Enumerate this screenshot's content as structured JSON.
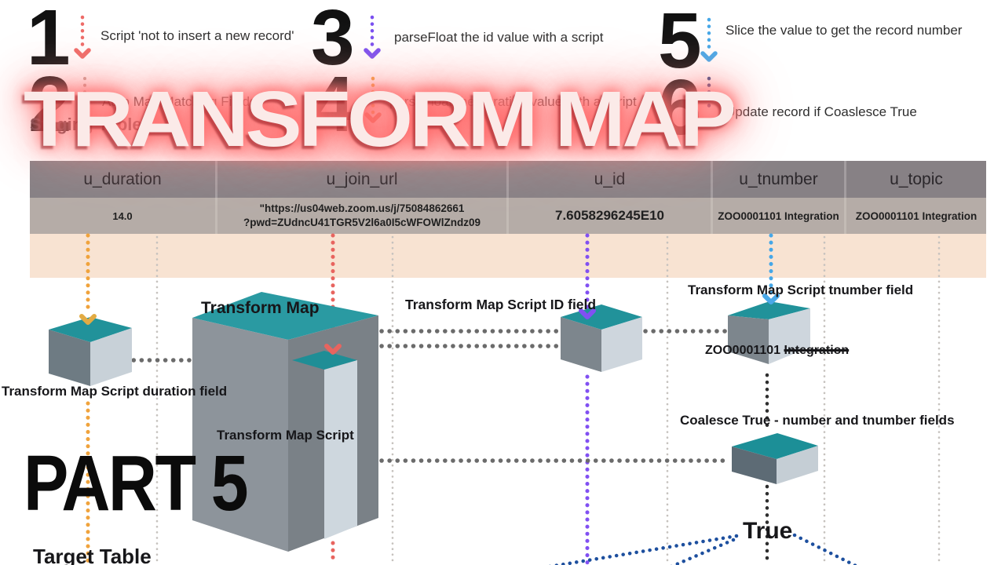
{
  "title": "TRANSFORM MAP",
  "part_label": "PART 5",
  "staging_table_label": "Staging Table",
  "target_table_label": "Target Table",
  "steps": [
    {
      "num": "1",
      "label": "Script 'not to insert a new record'",
      "arrow_color": "#ee6a67"
    },
    {
      "num": "2",
      "label": "Auto Map Matching Fields",
      "arrow_color": "#c4a49b"
    },
    {
      "num": "3",
      "label": "parseFloat the id value with a script",
      "arrow_color": "#7a4ff0"
    },
    {
      "num": "4",
      "label": "parseFloat the duration value with a script",
      "arrow_color": "#f0a33c"
    },
    {
      "num": "5",
      "label": "Slice the value to get the record number",
      "arrow_color": "#45a7e8"
    },
    {
      "num": "6",
      "label": "Update record if Coaslesce True",
      "arrow_color": "#2b4a8b"
    }
  ],
  "table": {
    "columns": [
      {
        "header": "u_duration",
        "value": "14.0"
      },
      {
        "header": "u_join_url",
        "value_line1": "\"https://us04web.zoom.us/j/75084862661",
        "value_line2": "?pwd=ZUdncU41TGR5V2l6a0I5cWFOWlZndz09"
      },
      {
        "header": "u_id",
        "value": "7.6058296245E10"
      },
      {
        "header": "u_tnumber",
        "value": "ZOO0001101 Integration"
      },
      {
        "header": "u_topic",
        "value": "ZOO0001101 Integration"
      }
    ]
  },
  "diagram": {
    "transform_map_label": "Transform Map",
    "transform_map_script_label": "Transform Map Script",
    "duration_field_label": "Transform Map Script duration field",
    "id_field_label": "Transform Map Script ID field",
    "tnumber_field_label": "Transform Map Script tnumber field",
    "tnumber_value_prefix": "ZOO0001101 ",
    "tnumber_value_struck": "Integration",
    "coalesce_label": "Coalesce True - number and tnumber fields",
    "true_label": "True",
    "colors": {
      "cube_top_teal": "#2a9aa2",
      "cube_left_gray": "#7d868d",
      "cube_right_light": "#ced6dd",
      "band_beige": "#f8e3d2",
      "table_header_gray": "#878185",
      "table_row_taupe": "#b5aca7",
      "accent_orange": "#f0a33c",
      "accent_red": "#ee6a67",
      "accent_purple": "#7a4ff0",
      "accent_blue": "#45a7e8",
      "accent_navy": "#1d4f9e",
      "title_fill": "#fbeae8",
      "title_glow": "#ff5a5a"
    }
  }
}
